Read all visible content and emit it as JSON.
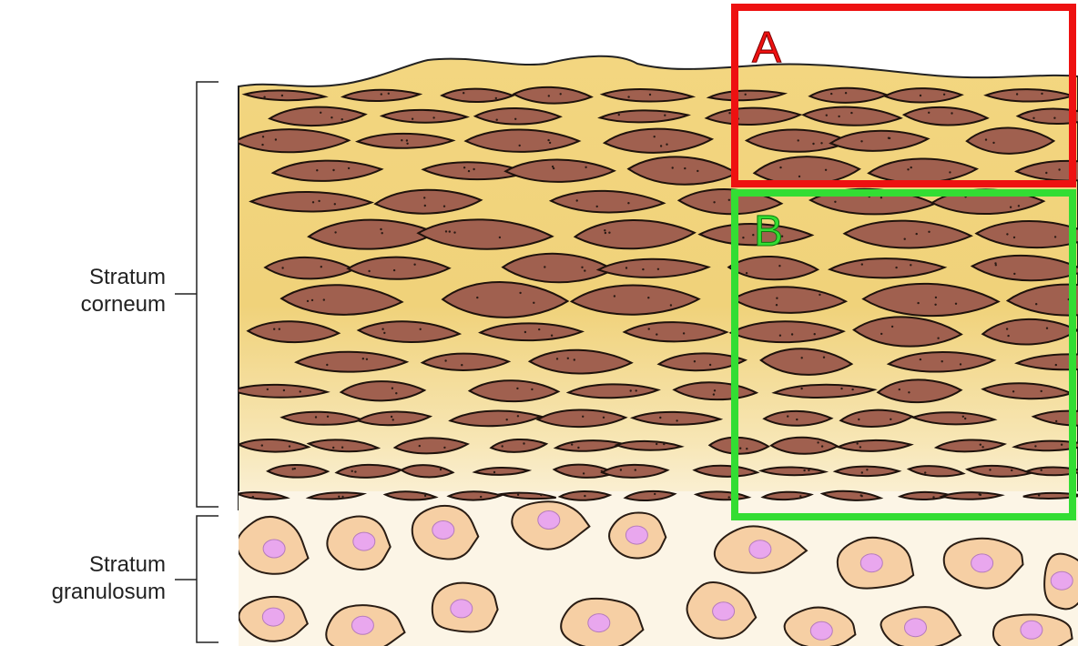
{
  "labels": {
    "corneum_line1": "Stratum",
    "corneum_line2": "corneum",
    "granulosum_line1": "Stratum",
    "granulosum_line2": "granulosum"
  },
  "boxes": {
    "a": {
      "letter": "A",
      "color": "#ee1111"
    },
    "b": {
      "letter": "B",
      "color": "#33dd33"
    }
  },
  "colors": {
    "lipid_matrix": "#f2d27a",
    "corneocyte": "#a0604f",
    "corneocyte_outline": "#1e120c",
    "granular_cell": "#f6cfa4",
    "nucleus": "#e9a7ee",
    "line": "#222222"
  }
}
